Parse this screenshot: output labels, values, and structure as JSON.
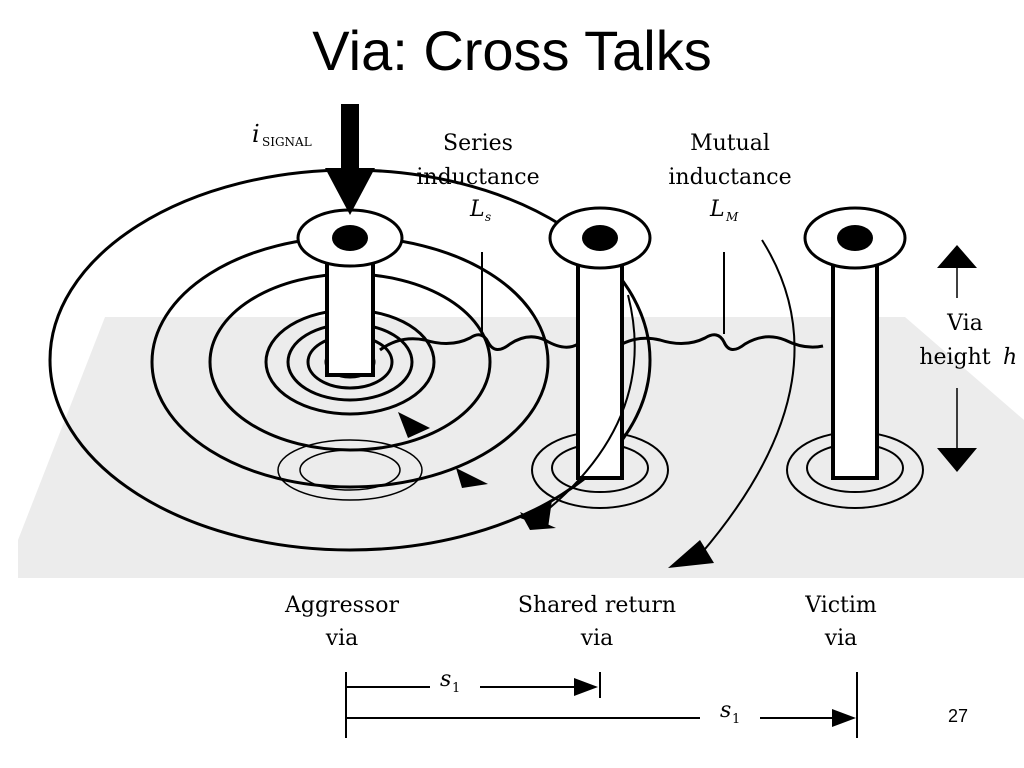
{
  "slide": {
    "title": "Via: Cross Talks",
    "page_number": "27"
  },
  "labels": {
    "i_signal": "i",
    "i_signal_sub": "SIGNAL",
    "series_line1": "Series",
    "series_line2": "inductance",
    "series_symbol": "L",
    "series_symbol_sub": "s",
    "mutual_line1": "Mutual",
    "mutual_line2": "inductance",
    "mutual_symbol": "L",
    "mutual_symbol_sub": "M",
    "via_height_line1": "Via",
    "via_height_line2": "height",
    "via_height_symbol": "h",
    "aggressor_line1": "Aggressor",
    "aggressor_line2": "via",
    "shared_line1": "Shared return",
    "shared_line2": "via",
    "victim_line1": "Victim",
    "victim_line2": "via",
    "s1_a": "s",
    "s1_a_sub": "1",
    "s1_b": "s",
    "s1_b_sub": "1"
  }
}
